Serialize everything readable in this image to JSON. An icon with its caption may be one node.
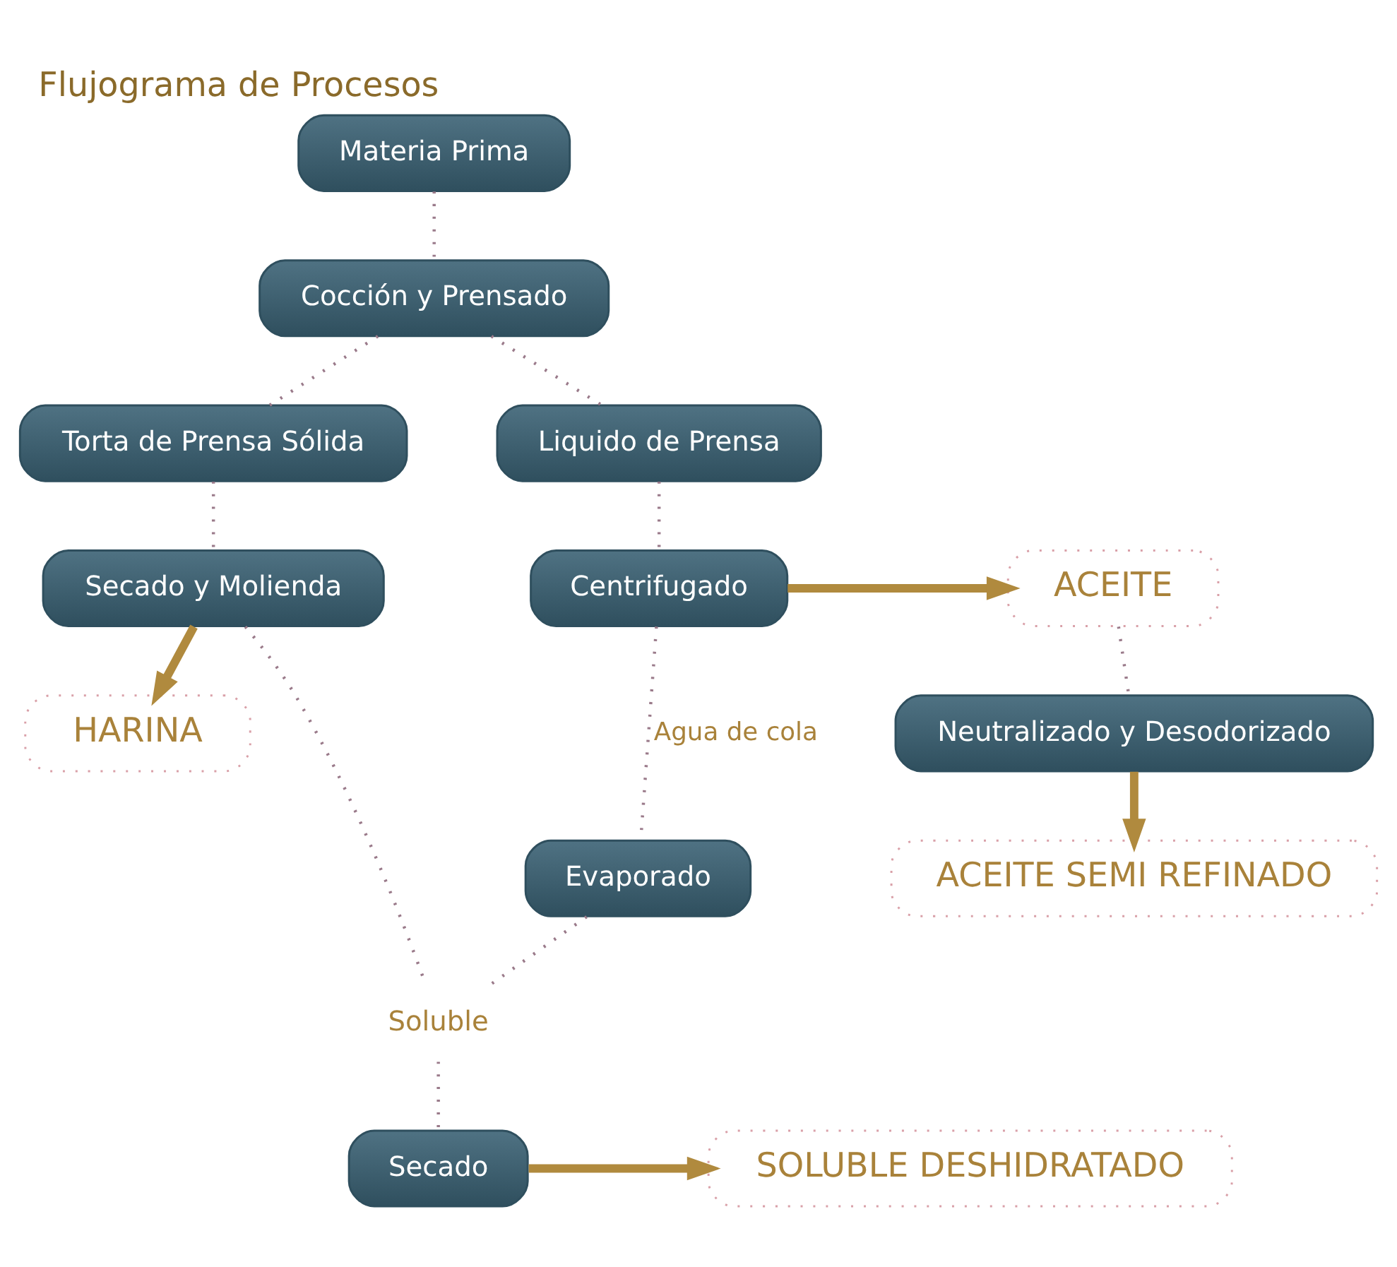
{
  "diagram": {
    "title": "Flujograma de Procesos",
    "nodes": [
      {
        "text": [
          "Materia Prima"
        ]
      },
      {
        "text": [
          "Cocción y Prensado"
        ]
      },
      {
        "text": [
          "Torta de Prensa Sólida"
        ]
      },
      {
        "text": [
          "Liquido de Prensa"
        ]
      },
      {
        "text": [
          "Secado y Molienda"
        ]
      },
      {
        "text": [
          "Centrifugado"
        ]
      },
      {
        "text": [
          "ACEITE"
        ]
      },
      {
        "text": [
          "HARINA"
        ]
      },
      {
        "text": [
          "Neutralizado y Desodorizado"
        ]
      },
      {
        "text": [
          "Evaporado"
        ]
      },
      {
        "text": [
          "ACEITE SEMI REFINADO"
        ]
      },
      {
        "text": [
          "Soluble"
        ]
      },
      {
        "text": [
          "SOLUBLE DESHIDRATADO"
        ]
      },
      {
        "text": [
          "Secado"
        ]
      }
    ],
    "edges": [
      {
        "from": 0,
        "to": 1,
        "arrow": "none",
        "style": "dashed"
      },
      {
        "from": 1,
        "to": 2,
        "arrow": "none",
        "style": "dashed"
      },
      {
        "from": 1,
        "to": 3,
        "arrow": "none",
        "style": "dashed"
      },
      {
        "from": 2,
        "to": 4,
        "arrow": "none",
        "style": "dashed"
      },
      {
        "from": 3,
        "to": 5,
        "arrow": "none",
        "style": "dashed"
      },
      {
        "from": 4,
        "to": 7,
        "arrow": "to",
        "style": "thick",
        "color": "#b08a3e"
      },
      {
        "from": 5,
        "to": 6,
        "arrow": "to",
        "style": "thick",
        "color": "#b08a3e"
      },
      {
        "from": 6,
        "to": 8,
        "arrow": "none",
        "style": "dashed"
      },
      {
        "from": 8,
        "to": 10,
        "arrow": "to",
        "style": "thick",
        "color": "#b08a3e"
      },
      {
        "from": 5,
        "to": 9,
        "arrow": "none",
        "style": "dashed",
        "label": "Agua de cola"
      },
      {
        "from": 4,
        "to": 11,
        "arrow": "none",
        "style": "dashed"
      },
      {
        "from": 9,
        "to": 11,
        "arrow": "none",
        "style": "dashed"
      },
      {
        "from": 11,
        "to": 13,
        "arrow": "none",
        "style": "dashed"
      },
      {
        "from": 13,
        "to": 12,
        "arrow": "to",
        "style": "thick",
        "color": "#b08a3e"
      }
    ]
  }
}
